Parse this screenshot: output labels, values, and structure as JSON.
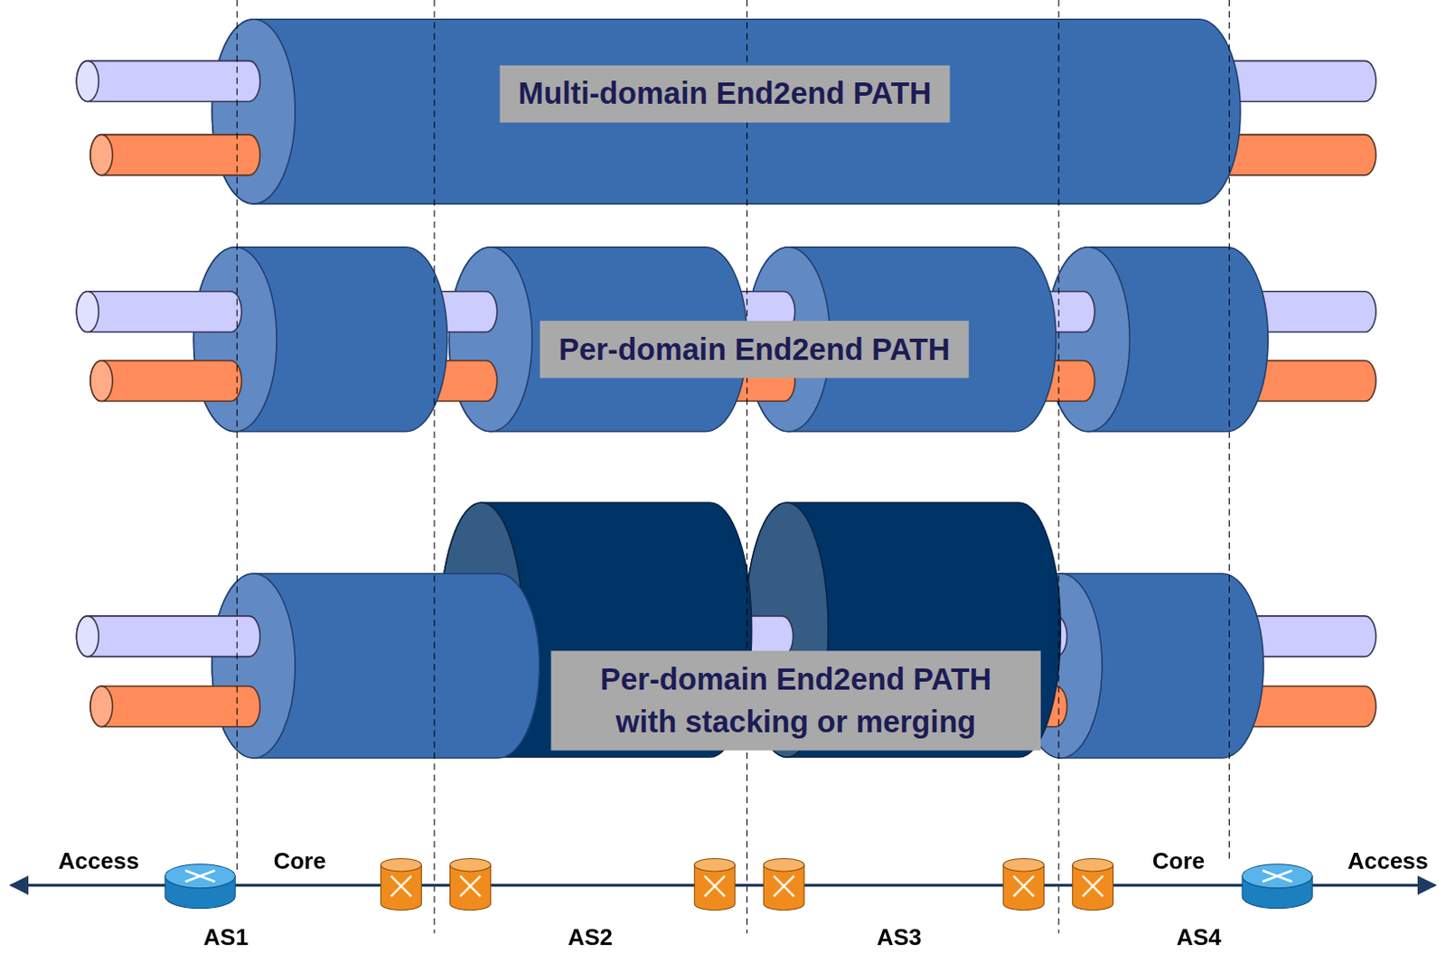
{
  "diagram": {
    "nodes": [
      {
        "text": [
          "Multi-domain End2end PATH"
        ]
      },
      {
        "text": [
          "Per-domain End2end PATH"
        ]
      },
      {
        "text": [
          "Per-domain End2end PATH with stacking or merging"
        ]
      }
    ],
    "labels": [
      "Access",
      "Core",
      "Core",
      "Access",
      "AS1",
      "AS2",
      "AS3",
      "AS4"
    ]
  }
}
